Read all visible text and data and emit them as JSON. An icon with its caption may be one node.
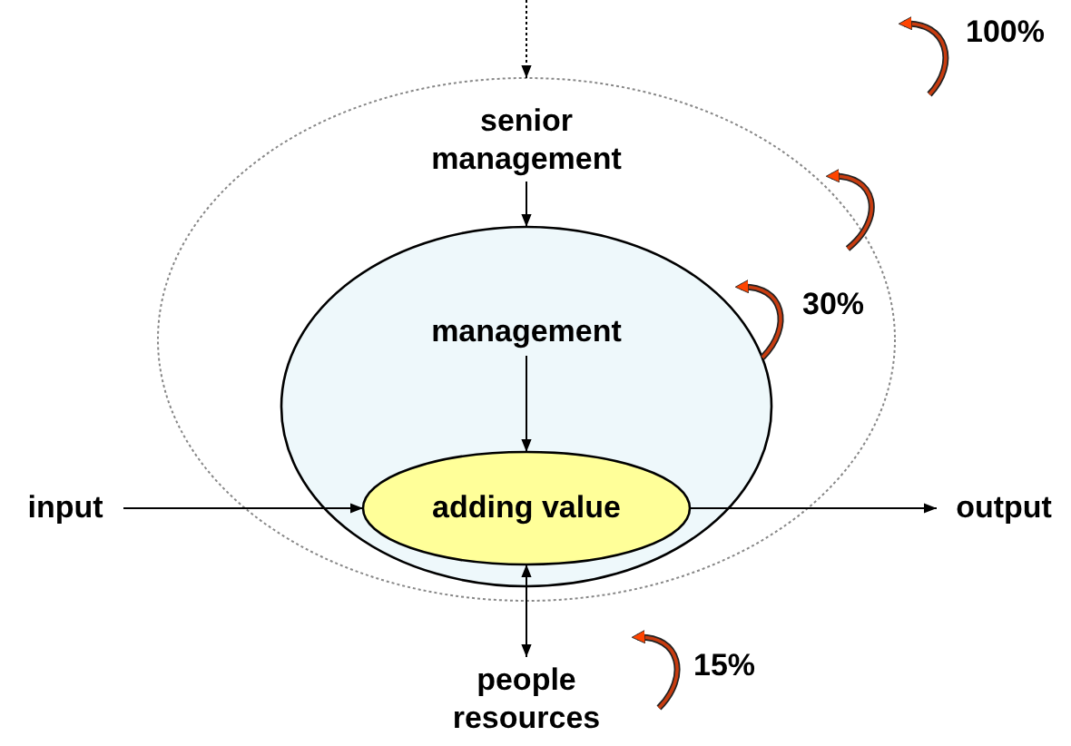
{
  "diagram": {
    "nodes": [
      {
        "text": [],
        "shape": "ellipse"
      },
      {
        "text": [
          "senior management"
        ],
        "in": 0
      },
      {
        "text": [],
        "shape": "ellipse",
        "in": 0
      },
      {
        "text": [
          "management"
        ],
        "in": 2
      },
      {
        "text": [
          "adding value"
        ],
        "in": 2
      },
      {
        "text": [
          "input"
        ]
      },
      {
        "text": [
          "output"
        ]
      },
      {
        "text": [
          "people resources"
        ]
      }
    ],
    "edges": [
      {
        "from": null,
        "to": 0,
        "arrow": "to",
        "style": "dashed"
      },
      {
        "from": 1,
        "to": 2,
        "arrow": "to"
      },
      {
        "from": 3,
        "to": 4,
        "arrow": "to"
      },
      {
        "from": 5,
        "to": 4,
        "arrow": "to"
      },
      {
        "from": 4,
        "to": 6,
        "arrow": "to"
      },
      {
        "from": 7,
        "to": 4,
        "arrow": "both"
      }
    ],
    "labels": [
      "100%",
      "30%",
      "15%"
    ]
  }
}
